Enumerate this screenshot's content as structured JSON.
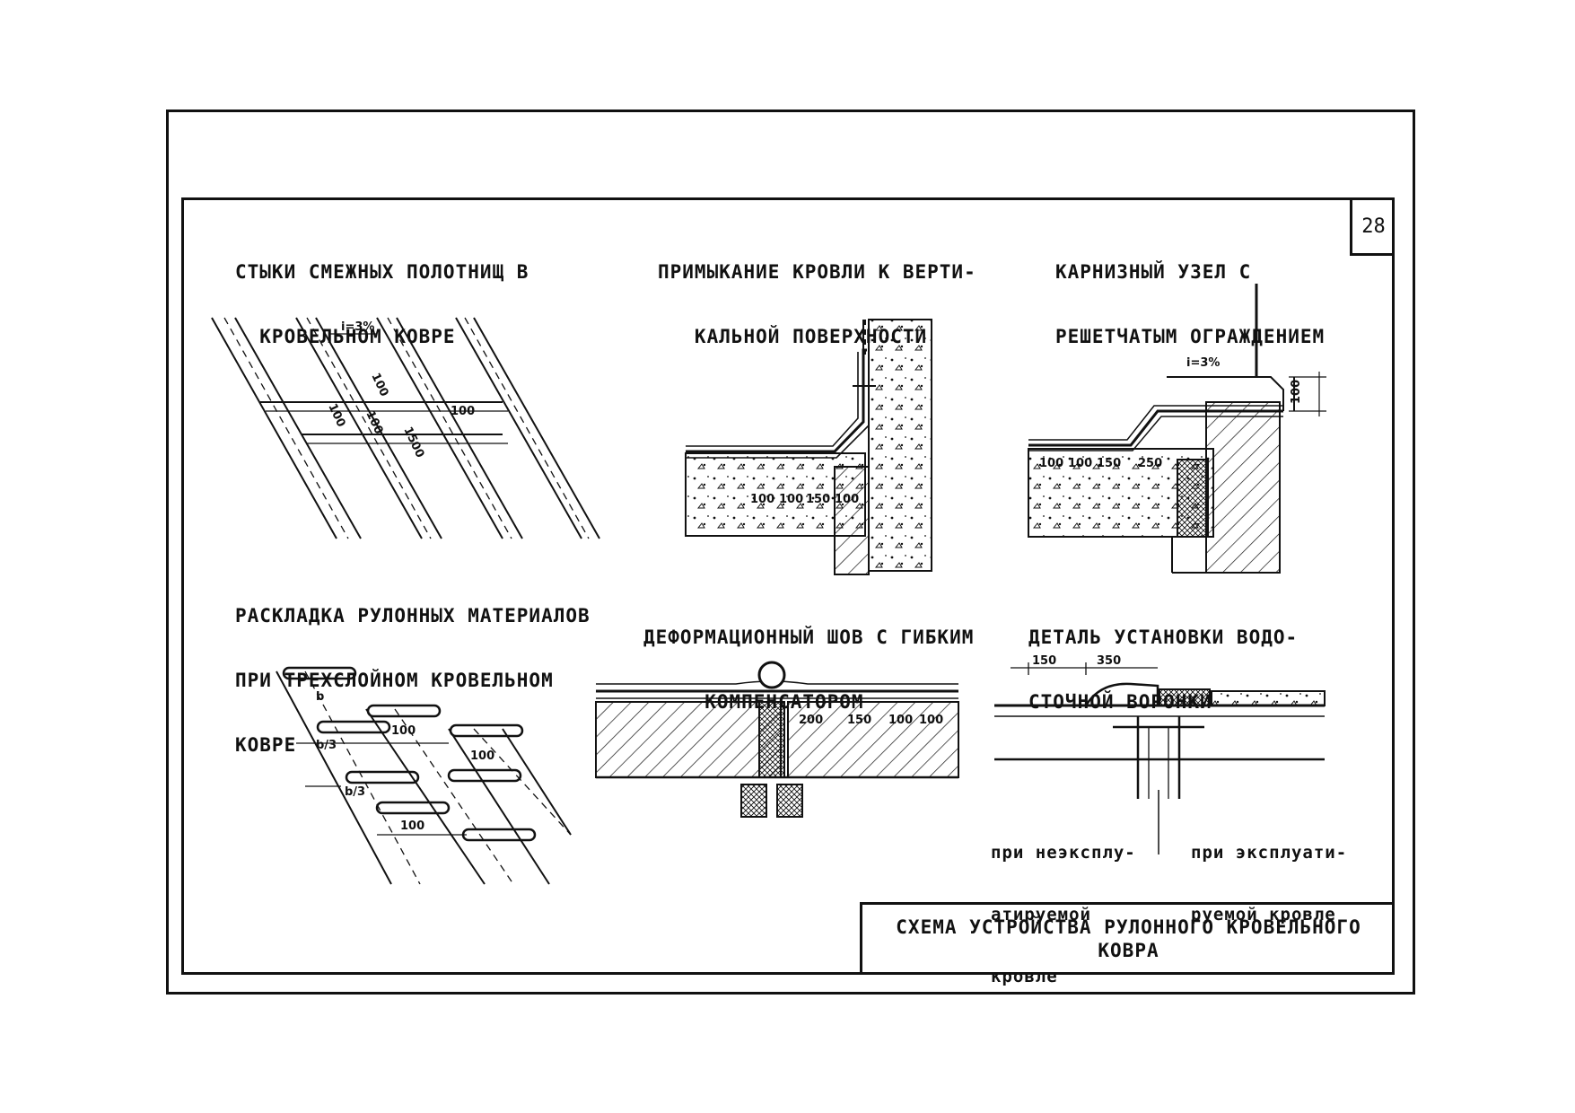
{
  "sheet_number": "28",
  "captions": {
    "joints_title": [
      "СТЫКИ СМЕЖНЫХ ПОЛОТНИЩ В",
      "  КРОВЕЛЬНОМ КОВРЕ"
    ],
    "abutment_title": [
      "ПРИМЫКАНИЕ КРОВЛИ К ВЕРТИ-",
      "   КАЛЬНОЙ ПОВЕРХНОСТИ"
    ],
    "eaves_title": [
      "КАРНИЗНЫЙ УЗЕЛ С",
      "РЕШЕТЧАТЫМ ОГРАЖДЕНИЕМ"
    ],
    "layout_title": [
      "РАСКЛАДКА РУЛОННЫХ МАТЕРИАЛОВ",
      "ПРИ ТРЕХСЛОЙНОМ КРОВЕЛЬНОМ",
      "КОВРЕ"
    ],
    "expansion_title": [
      "ДЕФОРМАЦИОННЫЙ ШОВ С ГИБКИМ",
      "     КОМПЕНСАТОРОМ"
    ],
    "drain_title": [
      "ДЕТАЛЬ УСТАНОВКИ ВОДО-",
      "СТОЧНОЙ ВОРОНКИ"
    ]
  },
  "drain_notes": {
    "left": [
      "при неэксплу-",
      "атируемой",
      "кровле"
    ],
    "right": [
      "при эксплуати-",
      "руемой кровле"
    ]
  },
  "dimensions": {
    "joints": [
      "i=3%",
      "100",
      "100",
      "100",
      "100",
      "1500"
    ],
    "abutment": [
      "100",
      "100",
      "150",
      "100"
    ],
    "eaves": [
      "i=3%",
      "100",
      "100",
      "100",
      "150",
      "250"
    ],
    "layout": [
      "b",
      "b/3",
      "b/3",
      "100",
      "100",
      "100"
    ],
    "expansion": [
      "200",
      "150",
      "100",
      "100"
    ],
    "drain": [
      "150",
      "350"
    ]
  },
  "title_block": [
    "СХЕМА УСТРОЙСТВА РУЛОННОГО КРОВЕЛЬНОГО",
    "КОВРА"
  ]
}
